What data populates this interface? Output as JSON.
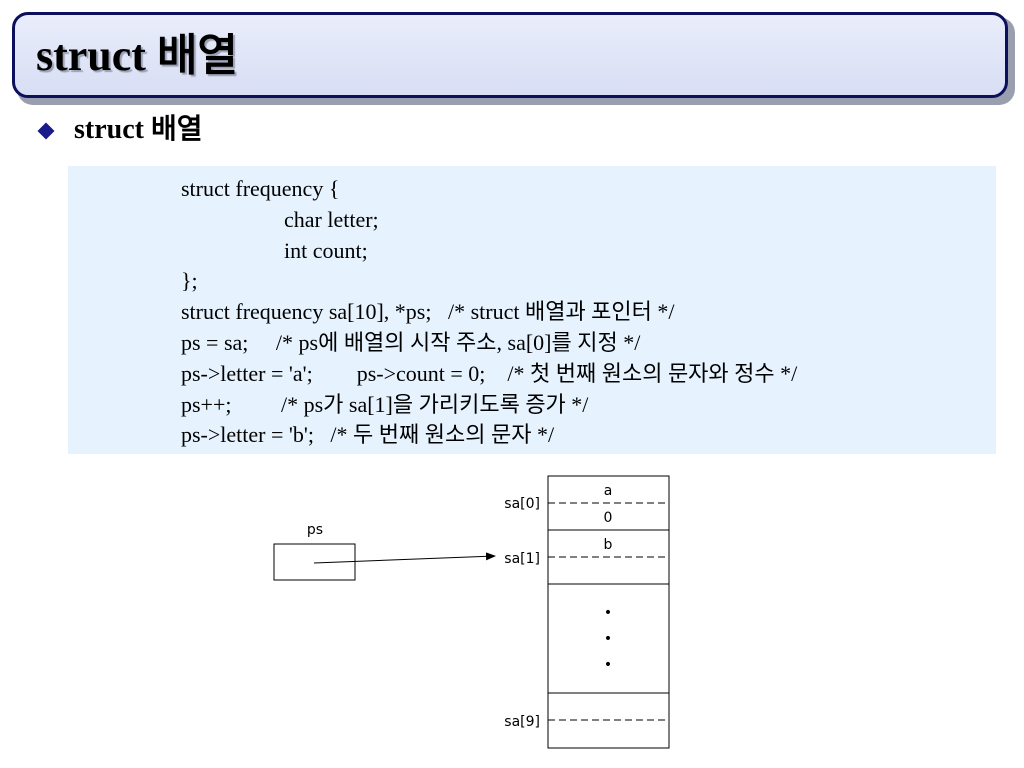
{
  "title": "struct 배열",
  "bullet": "struct 배열",
  "code_lines": [
    "struct frequency {",
    "char letter;",
    "int count;",
    "};",
    "struct frequency sa[10], *ps;   /* struct 배열과 포인터 */",
    "ps = sa;     /* ps에 배열의 시작 주소, sa[0]를 지정 */",
    "ps->letter = 'a';        ps->count = 0;    /* 첫 번째 원소의 문자와 정수 */",
    "ps++;         /* ps가 sa[1]을 가리키도록 증가 */",
    "ps->letter = 'b';   /* 두 번째 원소의 문자 */"
  ],
  "diagram": {
    "pointer_label": "ps",
    "labels": [
      "sa[0]",
      "sa[1]",
      "sa[9]"
    ],
    "cells": {
      "letter0": "a",
      "count0": "0",
      "letter1": "b"
    },
    "dots": [
      "•",
      "•",
      "•"
    ]
  },
  "colors": {
    "title_border": "#0b0f5c",
    "code_bg": "#e6f3ff",
    "bullet": "#1a1a8c"
  }
}
